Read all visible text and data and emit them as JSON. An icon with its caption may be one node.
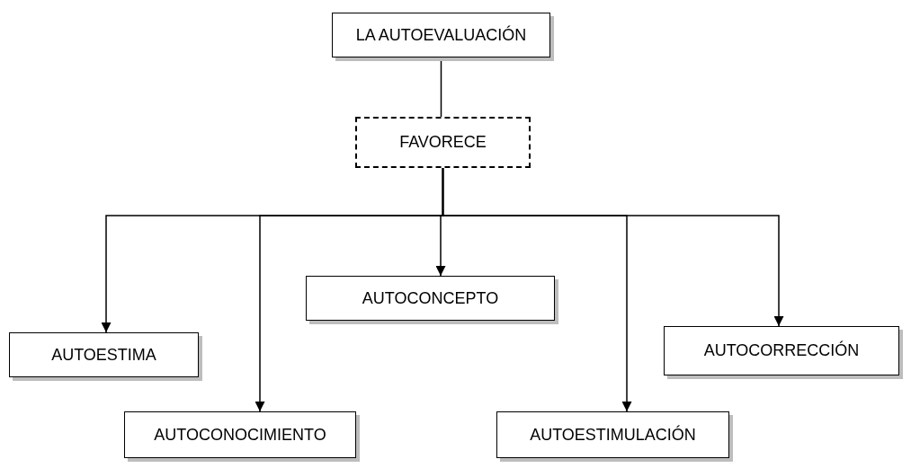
{
  "diagram": {
    "nodes": [
      {
        "text": [
          "LA AUTOEVALUACIÓN"
        ]
      },
      {
        "text": [
          "FAVORECE"
        ]
      },
      {
        "text": [
          "AUTOESTIMA"
        ]
      },
      {
        "text": [
          "AUTOCONOCIMIENTO"
        ]
      },
      {
        "text": [
          "AUTOCONCEPTO"
        ]
      },
      {
        "text": [
          "AUTOESTIMULACIÓN"
        ]
      },
      {
        "text": [
          "AUTOCORRECCIÓN"
        ]
      }
    ],
    "edges": [
      {
        "from": 0,
        "to": 1,
        "arrow": "none"
      },
      {
        "from": 1,
        "to": 2,
        "arrow": "to"
      },
      {
        "from": 1,
        "to": 3,
        "arrow": "to"
      },
      {
        "from": 1,
        "to": 4,
        "arrow": "to"
      },
      {
        "from": 1,
        "to": 5,
        "arrow": "to"
      },
      {
        "from": 1,
        "to": 6,
        "arrow": "to"
      }
    ]
  }
}
